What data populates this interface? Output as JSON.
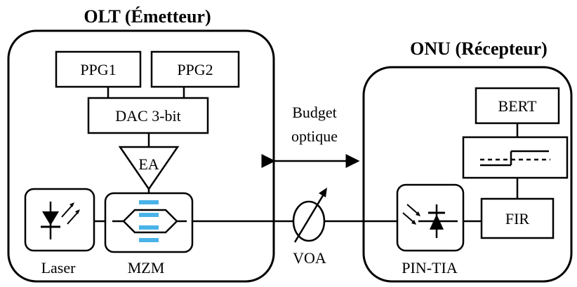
{
  "olt": {
    "title": "OLT (Émetteur)",
    "ppg1": "PPG1",
    "ppg2": "PPG2",
    "dac": "DAC 3-bit",
    "ea": "EA",
    "laser": "Laser",
    "mzm": "MZM"
  },
  "link": {
    "budget_line1": "Budget",
    "budget_line2": "optique",
    "voa": "VOA"
  },
  "onu": {
    "title": "ONU (Récepteur)",
    "bert": "BERT",
    "fir": "FIR",
    "pin_tia": "PIN-TIA"
  },
  "colors": {
    "line": "#000000",
    "modulator_accent": "#4ab3e8"
  },
  "icons": [
    "laser-diode-icon",
    "mzm-modulator-icon",
    "amplifier-triangle-icon",
    "variable-attenuator-icon",
    "photodiode-icon",
    "decision-threshold-icon"
  ]
}
